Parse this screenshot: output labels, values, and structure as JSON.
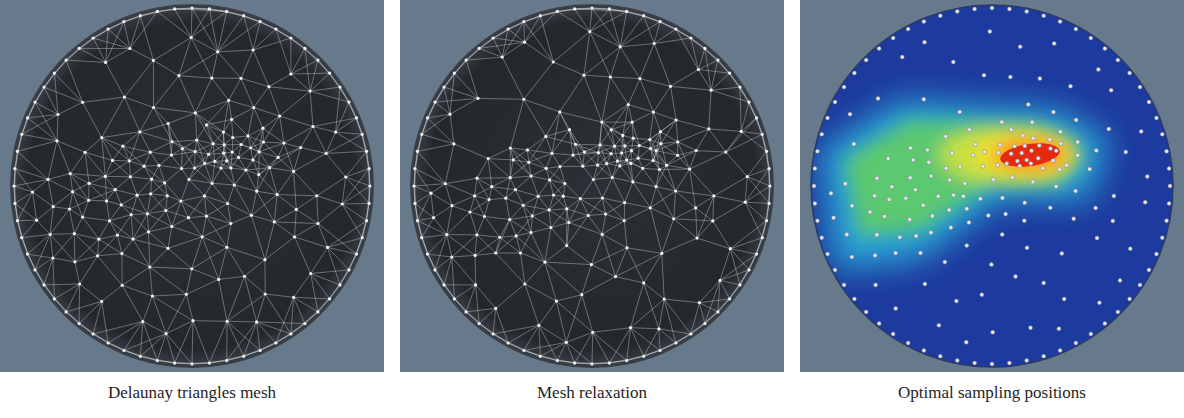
{
  "diagram": {
    "labels": [
      "Delaunay triangles mesh",
      "Mesh relaxation",
      "Optimal sampling positions"
    ]
  }
}
